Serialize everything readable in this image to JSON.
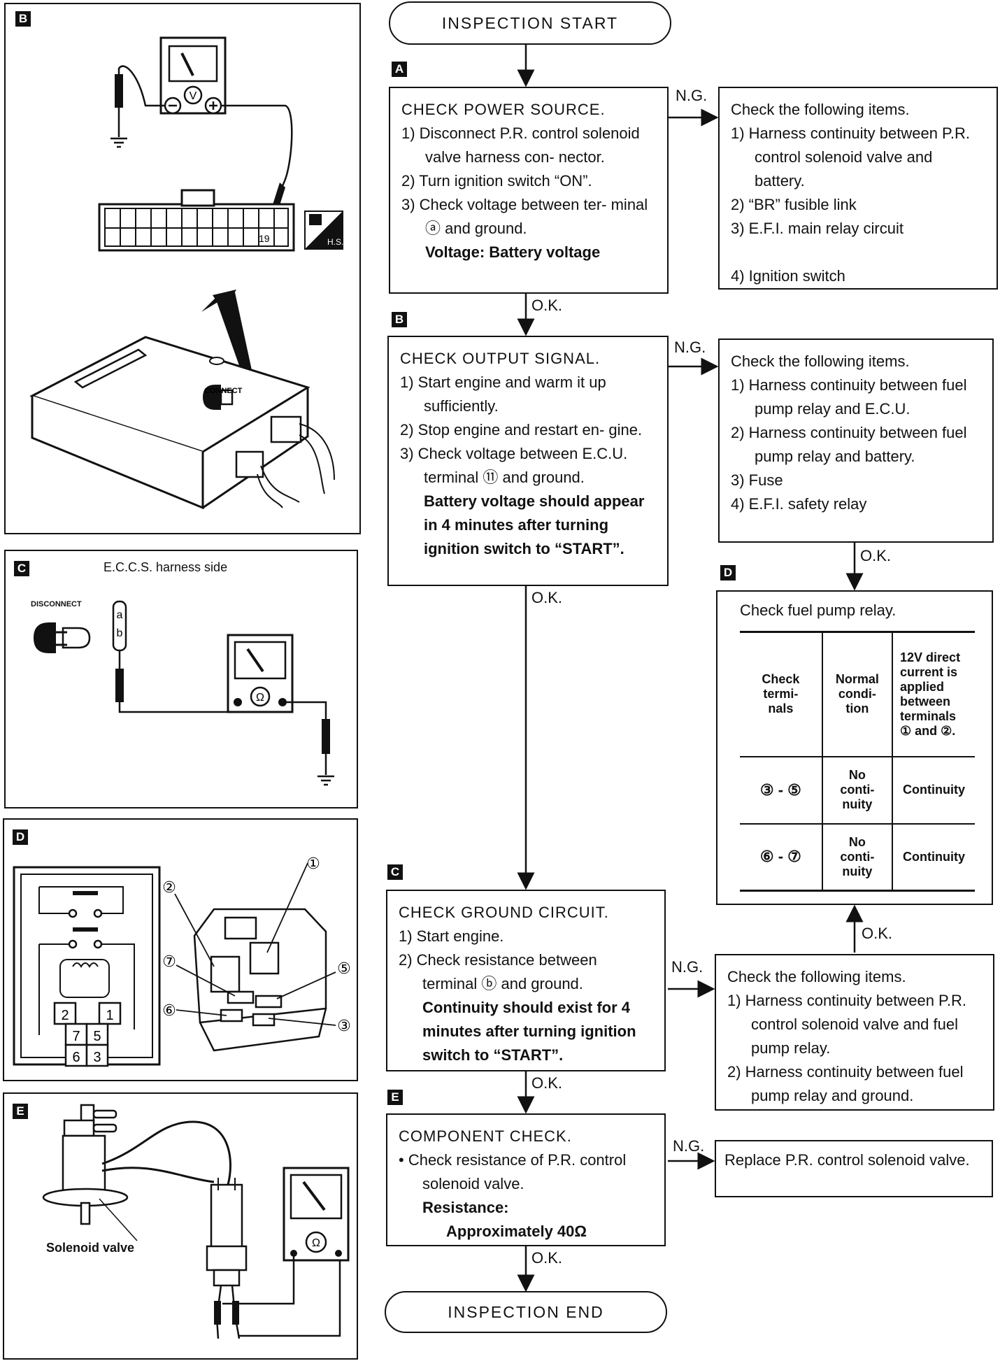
{
  "flow": {
    "start": "INSPECTION START",
    "end": "INSPECTION END",
    "ng": "N.G.",
    "ok": "O.K.",
    "stepA": {
      "tag": "A",
      "title": "CHECK POWER SOURCE.",
      "lines": [
        "1) Disconnect P.R. control solenoid valve harness con- nector.",
        "2) Turn ignition switch “ON”.",
        "3) Check voltage between ter- minal ⓐ and ground."
      ],
      "spec": "Voltage: Battery voltage",
      "ng_title": "Check the following items.",
      "ng_items": [
        "1) Harness continuity between P.R. control solenoid valve and battery.",
        "2) “BR” fusible link",
        "3) E.F.I. main relay circuit",
        "4) Ignition switch"
      ]
    },
    "stepB": {
      "tag": "B",
      "title": "CHECK OUTPUT SIGNAL.",
      "lines": [
        "1) Start engine and warm it up sufficiently.",
        "2) Stop engine and restart en- gine.",
        "3) Check voltage between E.C.U. terminal ⑪ and ground."
      ],
      "spec": "Battery voltage should appear in 4 minutes after turning ignition switch to “START”.",
      "ng_title": "Check the following items.",
      "ng_items": [
        "1) Harness continuity between fuel pump relay and E.C.U.",
        "2) Harness continuity between fuel pump relay and battery.",
        "3) Fuse",
        "4) E.F.I. safety relay"
      ]
    },
    "stepC": {
      "tag": "C",
      "title": "CHECK GROUND CIRCUIT.",
      "lines": [
        "1) Start engine.",
        "2) Check resistance between terminal ⓑ and ground."
      ],
      "spec": "Continuity should exist for 4 minutes after turning ignition switch to “START”.",
      "ng_title": "Check the following items.",
      "ng_items": [
        "1) Harness continuity between P.R. control solenoid valve and fuel pump relay.",
        "2) Harness continuity between fuel pump relay and ground."
      ]
    },
    "stepD": {
      "tag": "D",
      "title": "Check fuel pump relay.",
      "headers": [
        "Check termi- nals",
        "Normal condi- tion",
        "12V direct current is applied between terminals ① and ②."
      ],
      "rows": [
        [
          "③ - ⑤",
          "No conti- nuity",
          "Continuity"
        ],
        [
          "⑥ - ⑦",
          "No conti- nuity",
          "Continuity"
        ]
      ]
    },
    "stepE": {
      "tag": "E",
      "title": "COMPONENT CHECK.",
      "lines": [
        "• Check resistance of P.R. control solenoid valve."
      ],
      "spec_label": "Resistance:",
      "spec": "Approximately 40Ω",
      "ng_text": "Replace P.R. control solenoid valve."
    }
  },
  "panels": {
    "B": {
      "tag": "B",
      "terminal": "19",
      "hs": "H.S.",
      "connect": "CONNECT"
    },
    "C": {
      "tag": "C",
      "harness": "E.C.C.S. harness side",
      "disconnect": "DISCONNECT",
      "a": "a",
      "b": "b"
    },
    "D": {
      "tag": "D",
      "nums": [
        "2",
        "1",
        "7",
        "5",
        "6",
        "3"
      ],
      "callouts": [
        "①",
        "②",
        "⑦",
        "⑤",
        "⑥",
        "③"
      ]
    },
    "E": {
      "tag": "E",
      "solenoid": "Solenoid valve"
    }
  }
}
